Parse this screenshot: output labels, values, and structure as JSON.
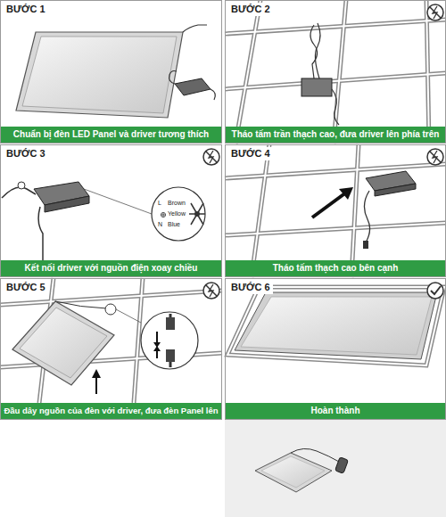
{
  "diagram": {
    "nodes": [
      {
        "text": [
          "BƯỚC 1",
          "Chuẩn bị đèn LED Panel và driver tương thích"
        ]
      },
      {
        "text": [
          "BƯỚC 2",
          "Tháo tấm trần thạch cao, đưa driver lên phía trên"
        ]
      },
      {
        "text": [
          "BƯỚC 3",
          "Kết nối driver với nguồn điện xoay chiều"
        ]
      },
      {
        "text": [
          "BƯỚC 4",
          "Tháo tấm thạch cao bên cạnh"
        ]
      },
      {
        "text": [
          "BƯỚC 5",
          "Đầu dây nguồn của đèn với driver, đưa đèn Panel lên"
        ]
      },
      {
        "text": [
          "BƯỚC 6",
          "Hoàn thành"
        ]
      }
    ],
    "labels": [
      "L",
      "Brown",
      "Yellow",
      "N",
      "Blue"
    ]
  }
}
